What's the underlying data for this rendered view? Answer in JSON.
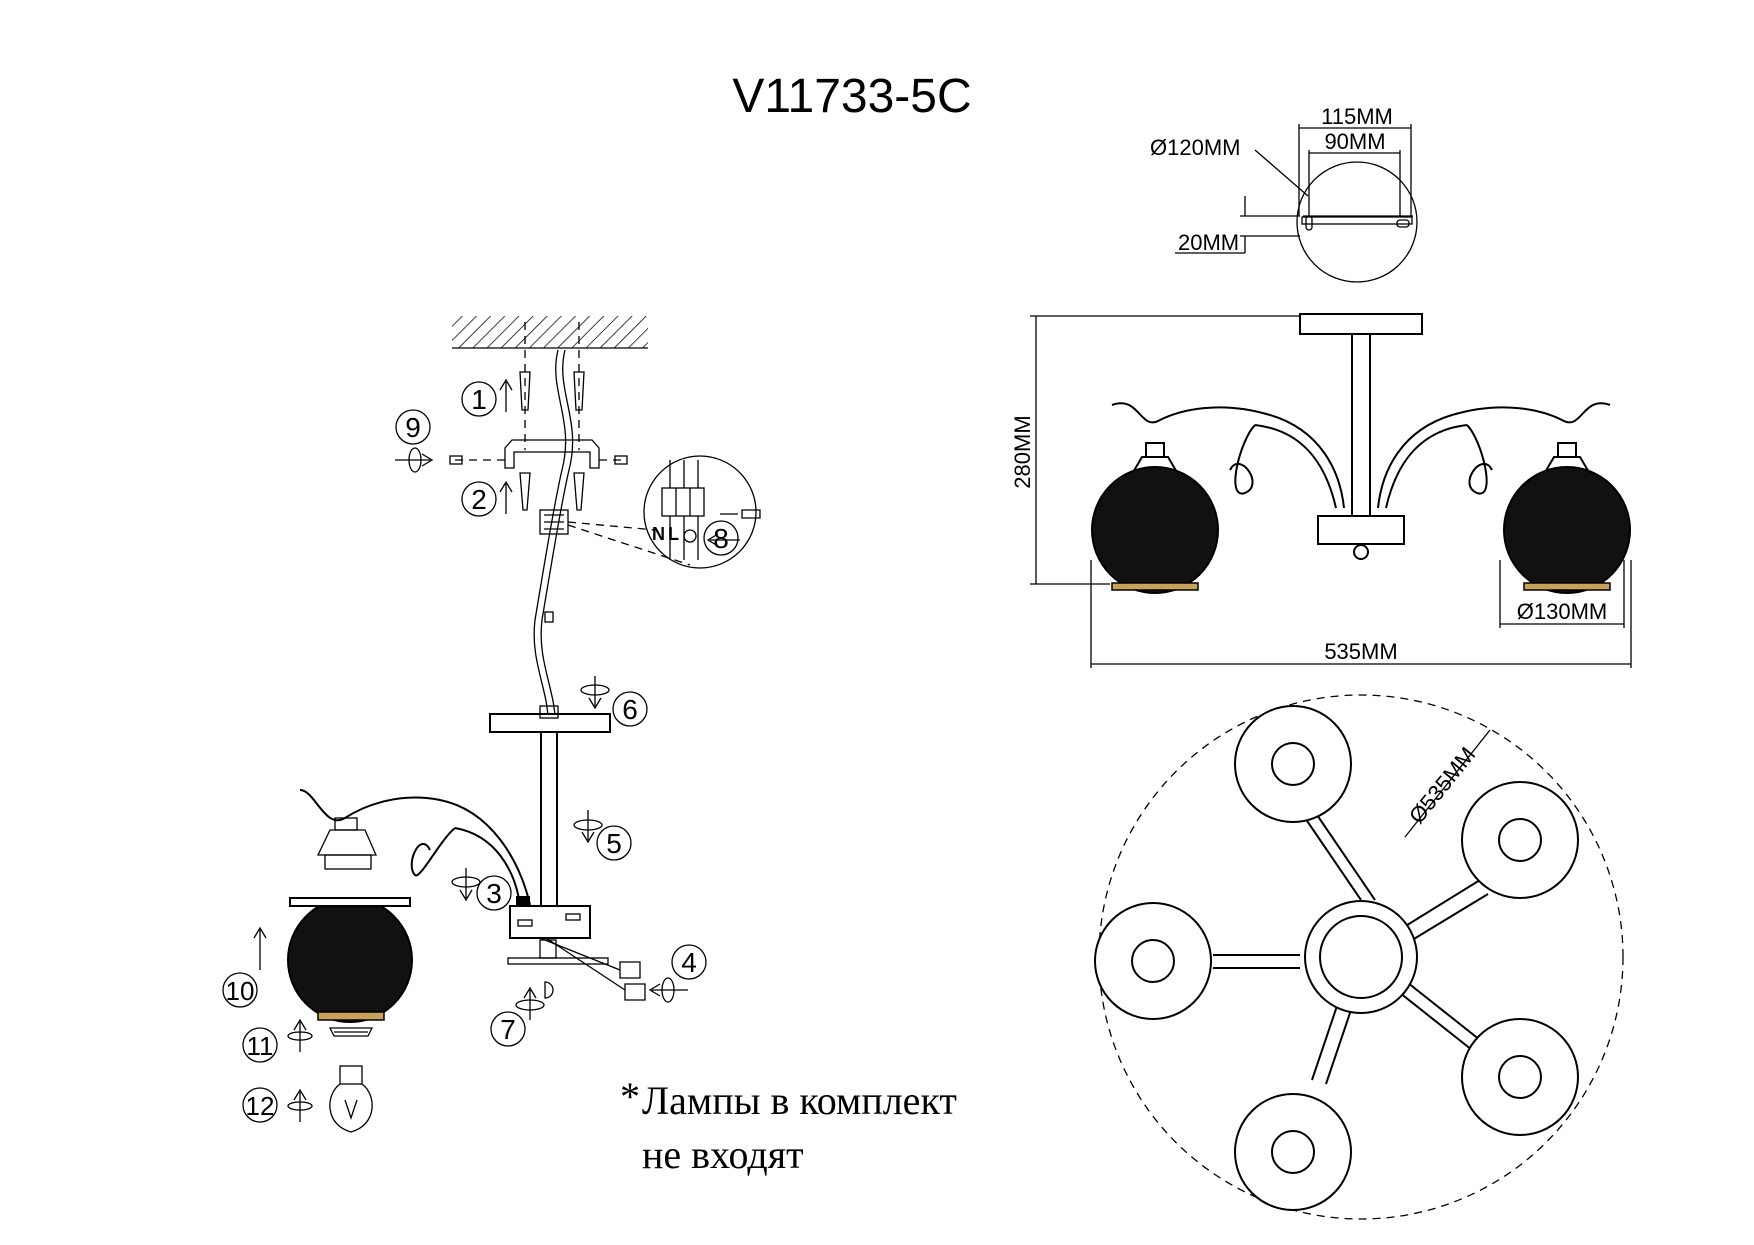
{
  "title": "V11733-5C",
  "dimensions": {
    "top_plate_width": "115MM",
    "hole_spacing": "90MM",
    "canopy_diameter": "Ø120MM",
    "hole_offset": "20MM",
    "height": "280MM",
    "shade_diameter": "Ø130MM",
    "overall_width": "535MM",
    "overall_diameter": "Ø535MM"
  },
  "steps": [
    "1",
    "2",
    "3",
    "4",
    "5",
    "6",
    "7",
    "8",
    "9",
    "10",
    "11",
    "12"
  ],
  "wiring_labels": {
    "neutral": "N",
    "live": "L"
  },
  "note": {
    "asterisk": "*",
    "line1": "Лампы в комплект",
    "line2": "не входят"
  }
}
